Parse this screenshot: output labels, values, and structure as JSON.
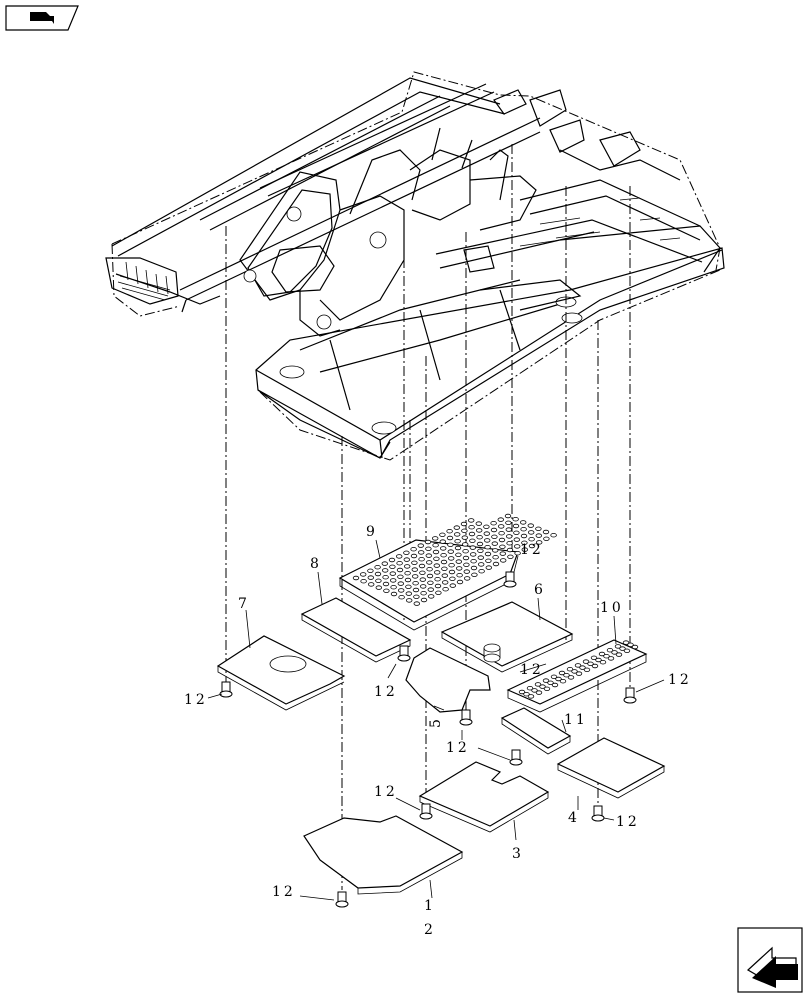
{
  "callouts": {
    "c1": "1",
    "c2": "2",
    "c3": "3",
    "c4": "4",
    "c5": "5",
    "c6": "6",
    "c7": "7",
    "c8": "8",
    "c9": "9",
    "c10": "10",
    "c11": "11",
    "c12": "12"
  },
  "icons": {
    "top_left": "book-icon",
    "bottom_right": "next-page-arrow-icon"
  }
}
